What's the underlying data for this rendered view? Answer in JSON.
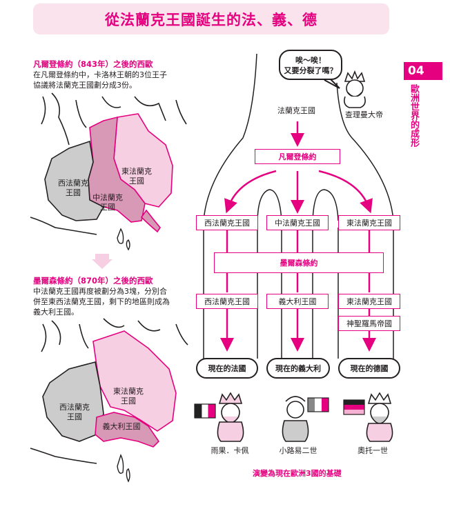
{
  "title": "從法蘭克王國誕生的法、義、德",
  "chapter": {
    "number": "04",
    "title": "歐洲世界的成形"
  },
  "section1": {
    "heading": "凡爾登條約（843年）之後的西歐",
    "body_line1": "在凡爾登條約中，卡洛林王朝的3位王子",
    "body_line2": "協議將法蘭克王國劃分成3份。",
    "labels": {
      "west": "西法蘭克\n王國",
      "middle": "中法蘭克\n王國",
      "east": "東法蘭克\n王國"
    }
  },
  "section2": {
    "heading": "墨爾森條約（870年）之後的西歐",
    "body_line1": "中法蘭克王國再度被劃分為3塊，分別合",
    "body_line2": "併至東西法蘭克王國，剩下的地區則成為",
    "body_line3": "義大利王國。",
    "labels": {
      "west": "西法蘭克\n王國",
      "east": "東法蘭克\n王國",
      "italy": "義大利王國"
    }
  },
  "diagram": {
    "speech": "唉～唉！\n又要分裂了嗎？",
    "charlemagne": "查理曼大帝",
    "frankish": "法蘭克王國",
    "verdun": "凡爾登條約",
    "row1": [
      "西法蘭克王國",
      "中法蘭克王國",
      "東法蘭克王國"
    ],
    "mersen": "墨爾森條約",
    "row2": [
      "西法蘭克王國",
      "義大利王國",
      "東法蘭克王國"
    ],
    "hre": "神聖羅馬帝國",
    "modern": [
      "現在的法國",
      "現在的義大利",
      "現在的德國"
    ],
    "rulers": [
      "雨果．卡佩",
      "小路易二世",
      "奧托一世"
    ],
    "footnote": "演變為現在歐洲3國的基礎"
  },
  "colors": {
    "accent": "#e4007f",
    "pink_fill": "#f7cfe3",
    "mid_fill": "#d899b6",
    "gray_fill": "#cccccc"
  },
  "flags": {
    "france": [
      "#222222",
      "#ffffff",
      "#e4007f"
    ],
    "italy": [
      "#888888",
      "#ffffff",
      "#e4007f"
    ],
    "germany": [
      "#222222",
      "#e4007f",
      "#f5b0d3"
    ]
  }
}
